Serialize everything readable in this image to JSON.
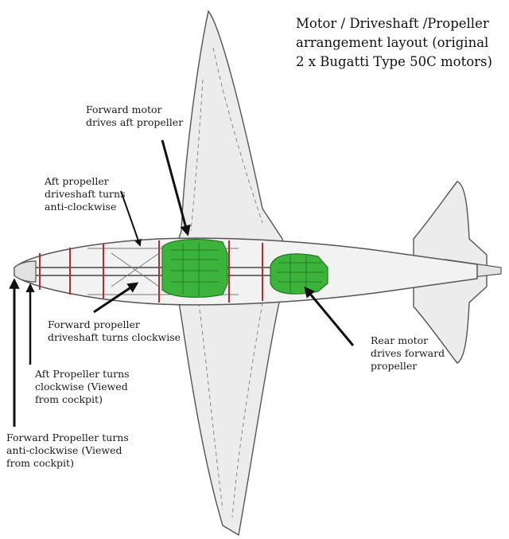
{
  "title": "Motor / Driveshaft /Propeller\narrangement layout (original\n2 x Bugatti Type 50C motors)",
  "labels": {
    "forward_motor": "Forward motor\ndrives aft propeller",
    "aft_driveshaft": "Aft propeller\ndriveshaft turns\nanti-clockwise",
    "forward_driveshaft": "Forward propeller\ndriveshaft turns clockwise",
    "rear_motor": "Rear motor\ndrives forward\npropeller",
    "aft_propeller": "Aft Propeller turns\nclockwise (Viewed\nfrom cockpit)",
    "forward_propeller": "Forward Propeller turns\nanti-clockwise (Viewed\nfrom cockpit)"
  },
  "colors": {
    "motor_green": "#3cb43c",
    "bulkhead_red": "#c0282c",
    "airframe_fill": "#ececec",
    "outline": "#555555",
    "arrow": "#111111"
  }
}
